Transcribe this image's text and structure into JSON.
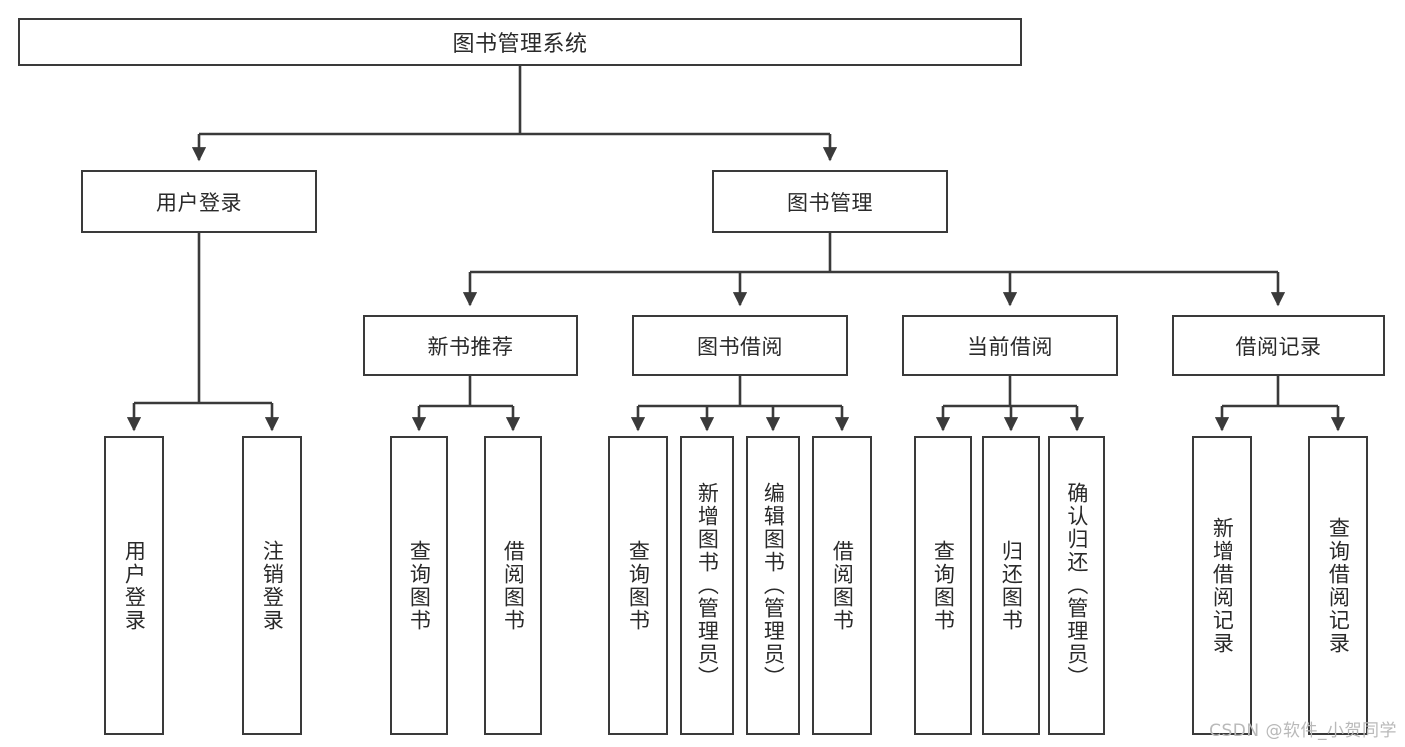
{
  "diagram": {
    "title": "图书管理系统",
    "type": "tree",
    "watermark": "CSDN @软件_小贺同学",
    "colors": {
      "stroke": "#3a3a3a",
      "fill": "#ffffff",
      "text": "#2a2a2a",
      "watermark": "#b9b9b9"
    },
    "nodes": {
      "root": {
        "label": "图书管理系统"
      },
      "level2": [
        {
          "label": "用户登录"
        },
        {
          "label": "图书管理"
        }
      ],
      "level3": [
        {
          "label": "新书推荐"
        },
        {
          "label": "图书借阅"
        },
        {
          "label": "当前借阅"
        },
        {
          "label": "借阅记录"
        }
      ],
      "leaves": {
        "user_login": [
          {
            "label": "用户登录"
          },
          {
            "label": "注销登录"
          }
        ],
        "new_book": [
          {
            "label": "查询图书"
          },
          {
            "label": "借阅图书"
          }
        ],
        "book_borrow": [
          {
            "label": "查询图书"
          },
          {
            "label": "新增图书（管理员）"
          },
          {
            "label": "编辑图书（管理员）"
          },
          {
            "label": "借阅图书"
          }
        ],
        "current_borrow": [
          {
            "label": "查询图书"
          },
          {
            "label": "归还图书"
          },
          {
            "label": "确认归还（管理员）"
          }
        ],
        "borrow_record": [
          {
            "label": "新增借阅记录"
          },
          {
            "label": "查询借阅记录"
          }
        ]
      }
    }
  }
}
